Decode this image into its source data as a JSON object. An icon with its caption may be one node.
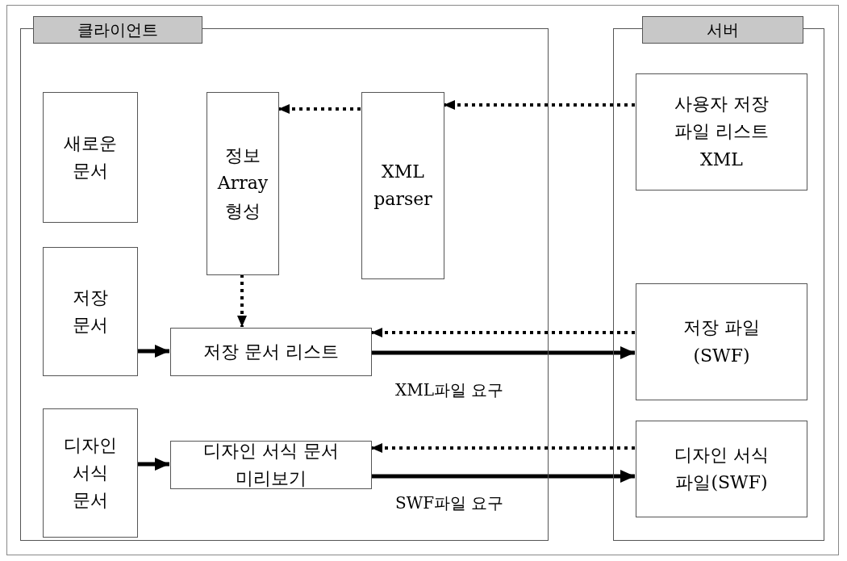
{
  "diagram": {
    "nodes": [
      {
        "text": [
          "클라이언트"
        ]
      },
      {
        "text": [
          "서버"
        ]
      },
      {
        "text": [
          "새로운 문서"
        ],
        "in": 0
      },
      {
        "text": [
          "정보 Array 형성"
        ],
        "in": 0
      },
      {
        "text": [
          "XML parser"
        ],
        "in": 0
      },
      {
        "text": [
          "저장 문서"
        ],
        "in": 0
      },
      {
        "text": [
          "저장 문서 리스트"
        ],
        "in": 0
      },
      {
        "text": [
          "디자인 서식 문서"
        ],
        "in": 0
      },
      {
        "text": [
          "디자인 서식 문서 미리보기"
        ],
        "in": 0
      },
      {
        "text": [
          "사용자 저장 파일 리스트 XML"
        ],
        "in": 1
      },
      {
        "text": [
          "저장 파일(SWF)"
        ],
        "in": 1
      },
      {
        "text": [
          "디자인 서식 파일(SWF)"
        ],
        "in": 1
      }
    ],
    "edges": [
      {
        "from": 9,
        "to": 4,
        "arrow": "to",
        "style": "dashed"
      },
      {
        "from": 4,
        "to": 3,
        "arrow": "to",
        "style": "dashed"
      },
      {
        "from": 3,
        "to": 6,
        "arrow": "to",
        "style": "dashed"
      },
      {
        "from": 10,
        "to": 6,
        "arrow": "to",
        "style": "dashed"
      },
      {
        "from": 5,
        "to": 6,
        "arrow": "to"
      },
      {
        "from": 6,
        "to": 10,
        "arrow": "to",
        "label": "XML파일 요구"
      },
      {
        "from": 11,
        "to": 8,
        "arrow": "to",
        "style": "dashed"
      },
      {
        "from": 7,
        "to": 8,
        "arrow": "to"
      },
      {
        "from": 8,
        "to": 11,
        "arrow": "to",
        "label": "SWF파일 요구"
      }
    ]
  }
}
